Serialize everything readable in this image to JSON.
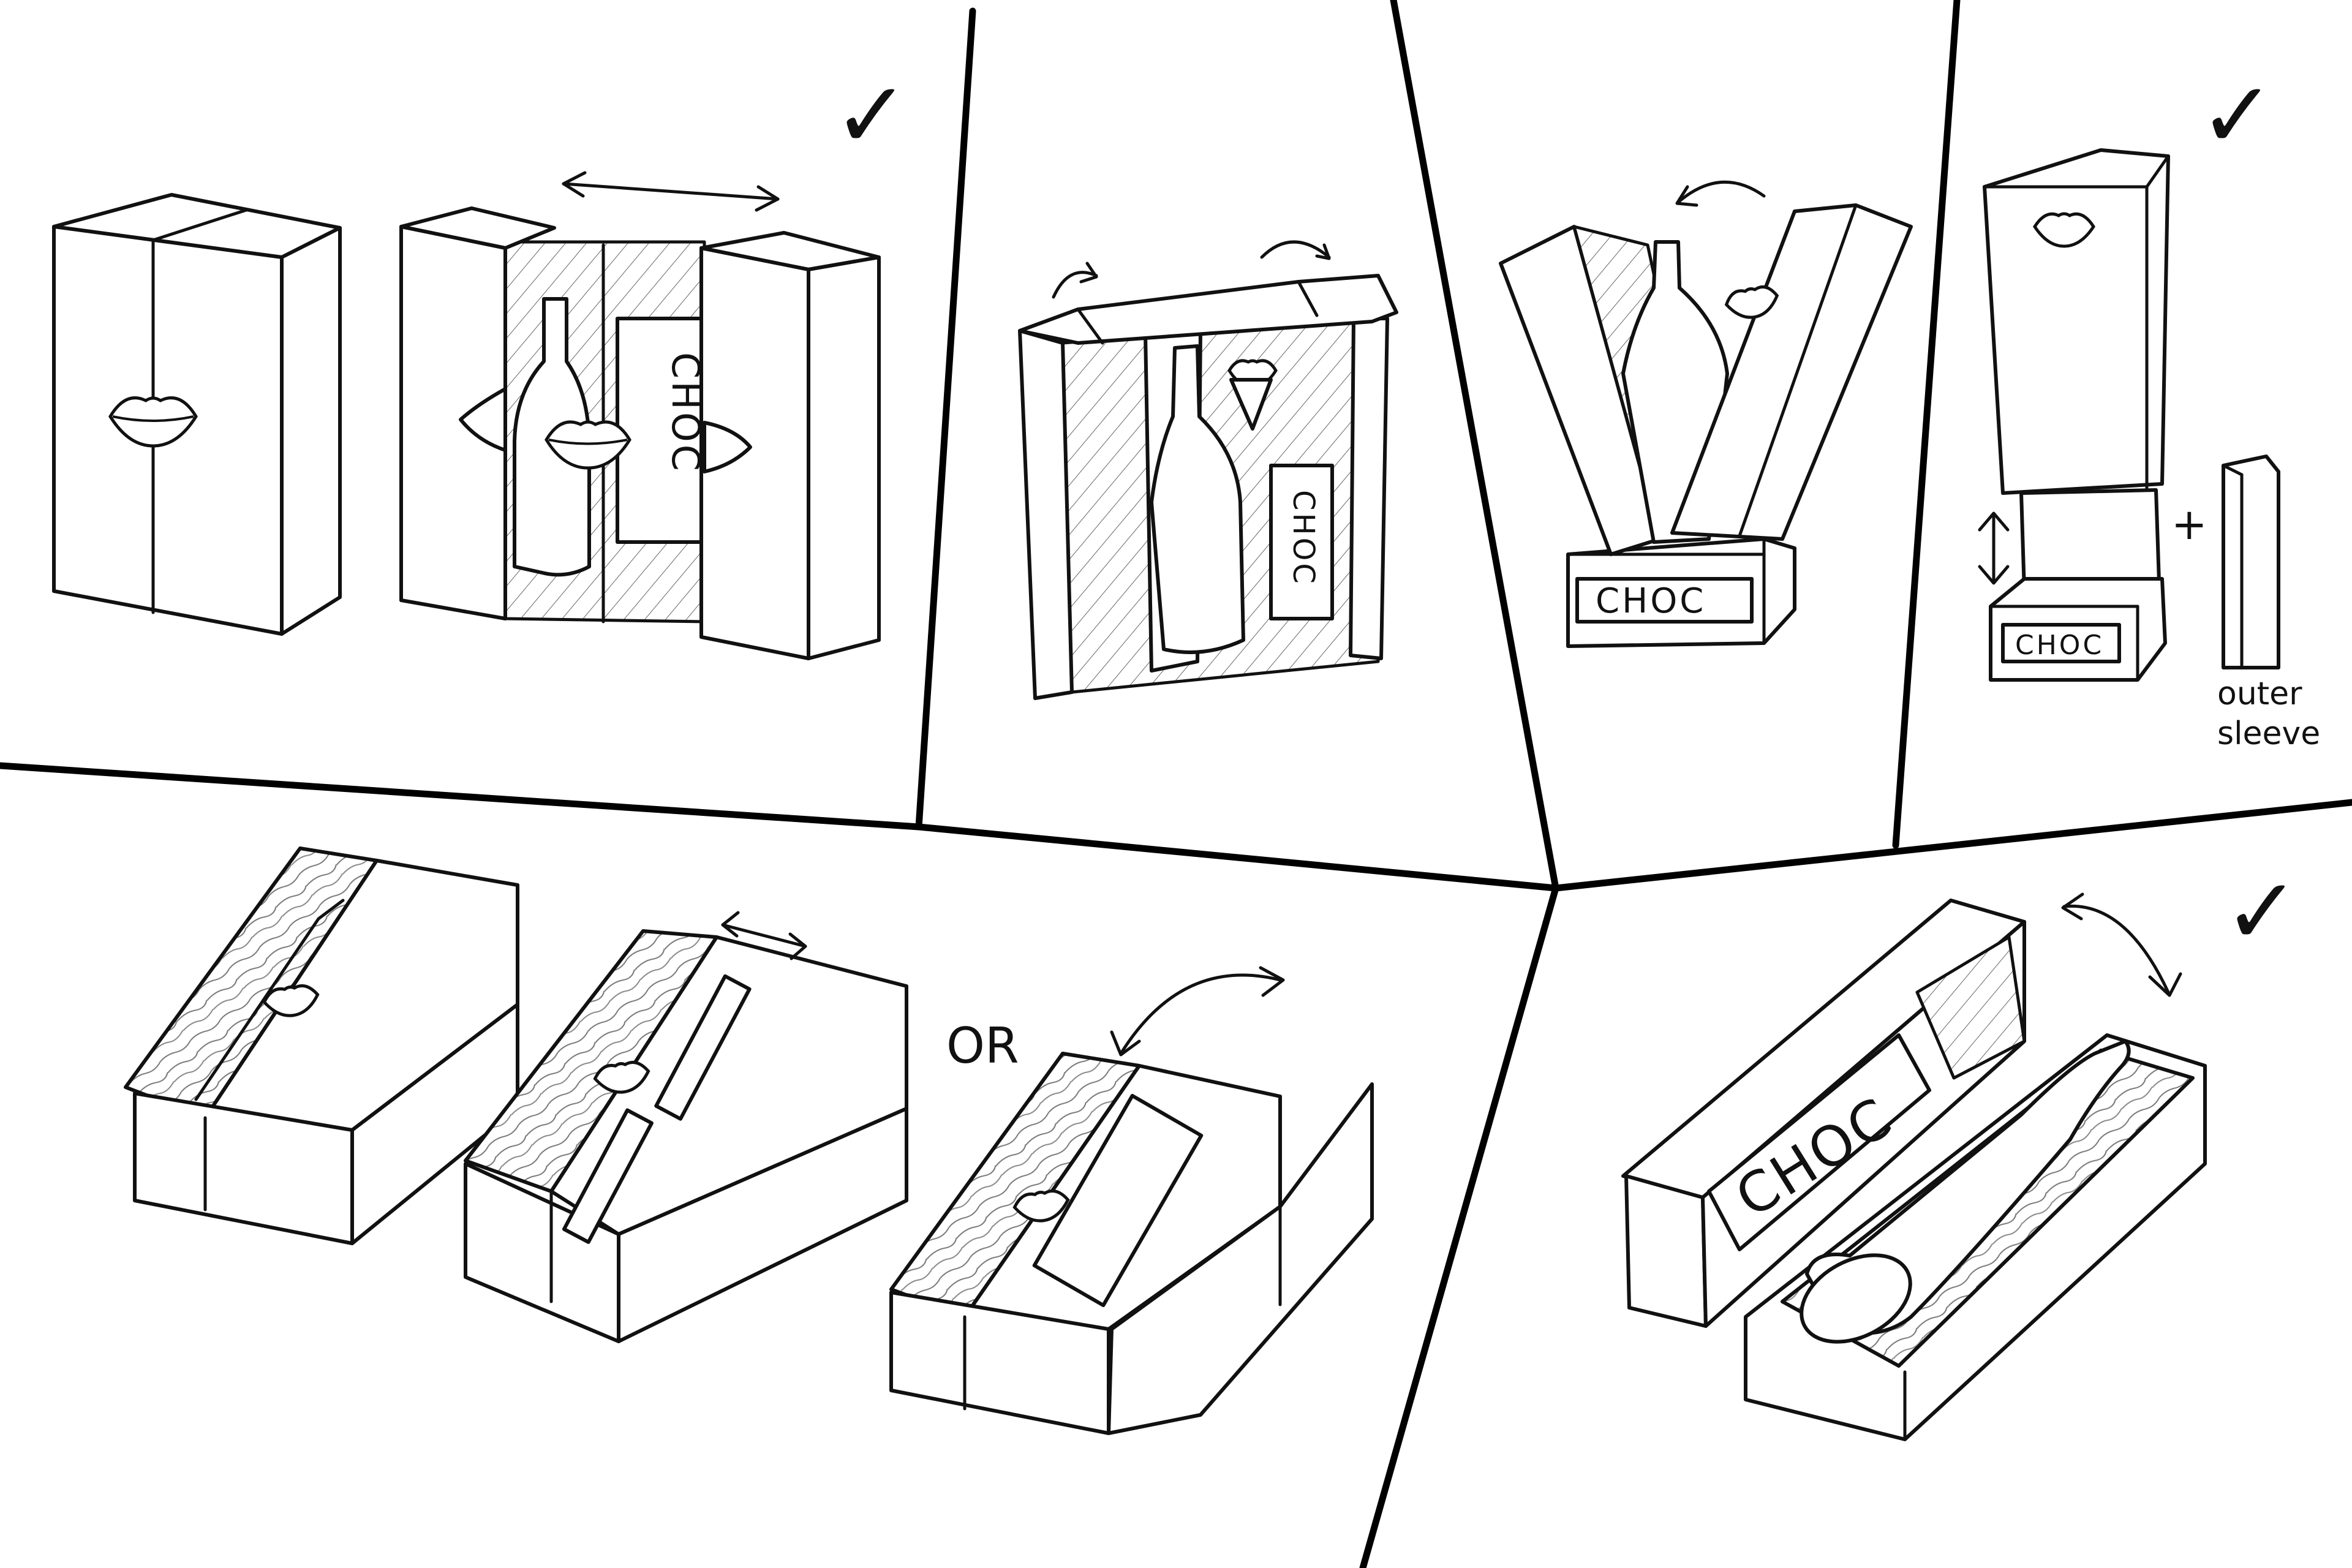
{
  "sketch": {
    "brand_label": "CHOC",
    "or_label": "OR",
    "plus_sign": "+",
    "outer_sleeve_label": [
      "outer",
      "sleeve"
    ],
    "check_mark": "✓"
  },
  "colors": {
    "ink": "#111111",
    "paper": "#ffffff",
    "frame": "#000000"
  }
}
